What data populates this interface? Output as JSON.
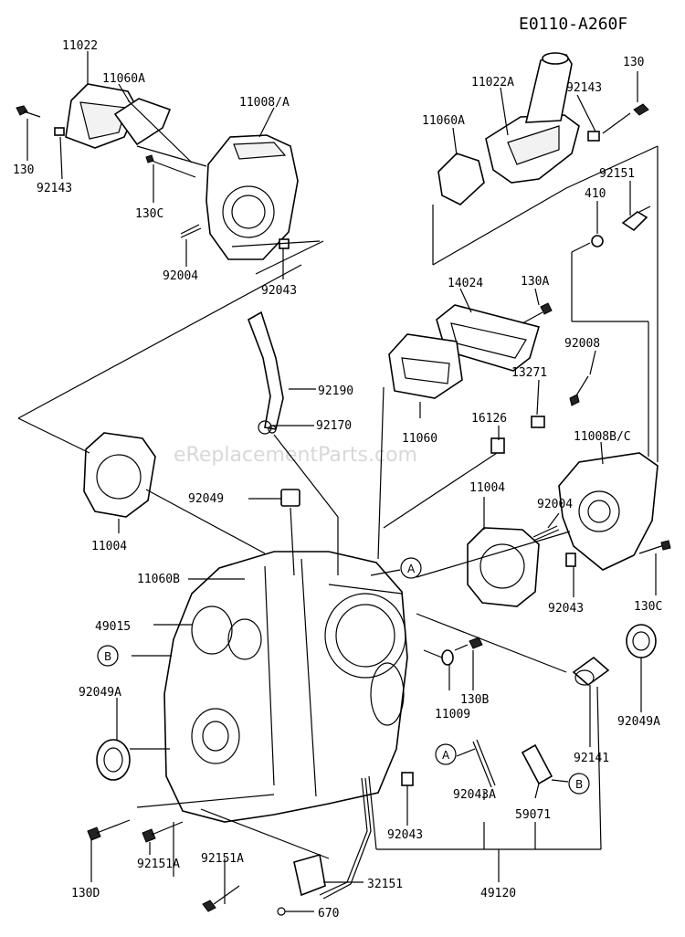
{
  "diagram_code": "E0110-A260F",
  "watermark": "eReplacementParts.com",
  "callouts": {
    "a1": "A",
    "a2": "A",
    "b1": "B",
    "b2": "B"
  },
  "labels": {
    "p11022": "11022",
    "p11060A_left": "11060A",
    "p11008A": "11008/A",
    "p130_left": "130",
    "p92143_left": "92143",
    "p130C_top": "130C",
    "p92004_left": "92004",
    "p92043_top": "92043",
    "p11022A": "11022A",
    "p92143_right": "92143",
    "p130_right": "130",
    "p11060A_right": "11060A",
    "p92151": "92151",
    "p410": "410",
    "p14024": "14024",
    "p130A": "130A",
    "p92008": "92008",
    "p13271": "13271",
    "p92190": "92190",
    "p92170": "92170",
    "p16126": "16126",
    "p11060": "11060",
    "p11008BC": "11008B/C",
    "p92049": "92049",
    "p11004_left": "11004",
    "p11004_right": "11004",
    "p92004_right": "92004",
    "p11060B": "11060B",
    "p49015": "49015",
    "p92043_right": "92043",
    "p130C_right": "130C",
    "p130B": "130B",
    "p11009": "11009",
    "p92049A_right": "92049A",
    "p92049A_left": "92049A",
    "p92141": "92141",
    "p92043A": "92043A",
    "p59071": "59071",
    "p92043_bottom": "92043",
    "p130D": "130D",
    "p92151A_low": "92151A",
    "p92151A_mid": "92151A",
    "p32151": "32151",
    "p49120": "49120",
    "p670": "670"
  }
}
